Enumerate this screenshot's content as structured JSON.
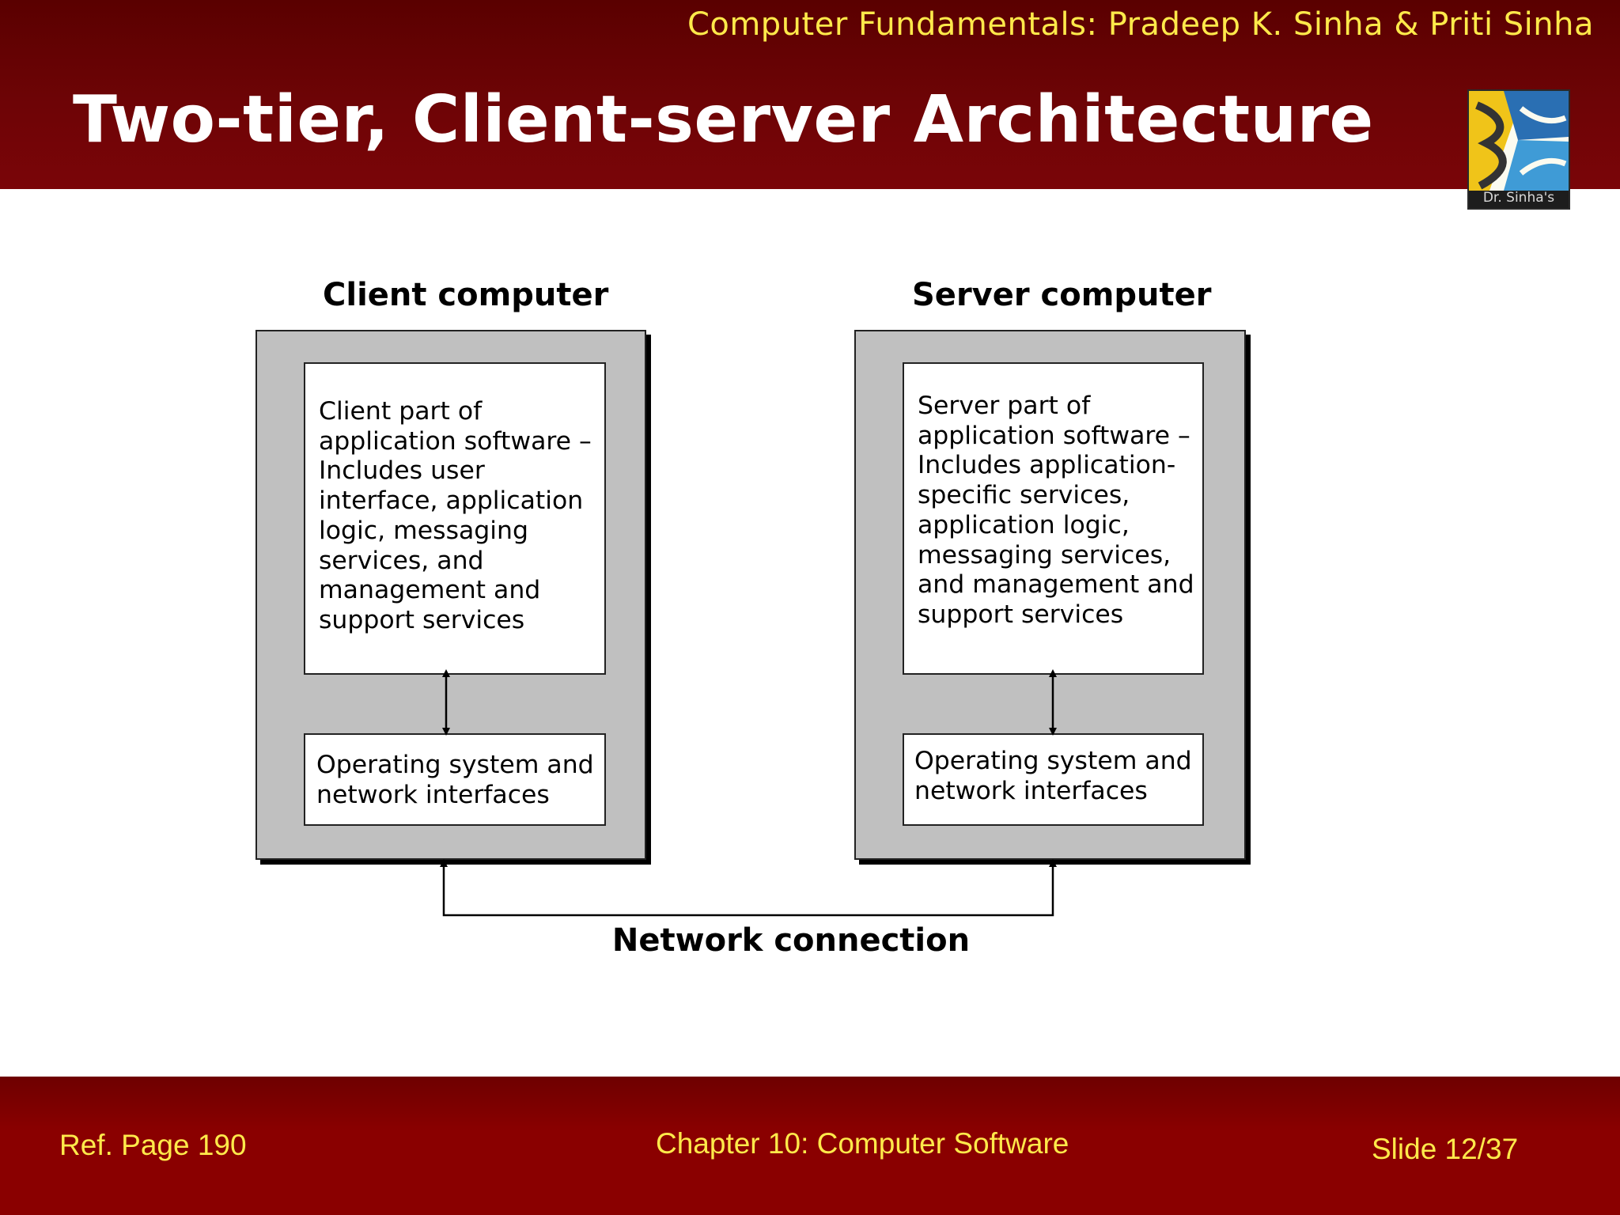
{
  "header": {
    "credit": "Computer Fundamentals: Pradeep K. Sinha & Priti Sinha",
    "title": "Two-tier, Client-server Architecture",
    "logo_text": "Dr. Sinha's"
  },
  "diagram": {
    "client": {
      "heading": "Client computer",
      "app_text": "Client part of\napplication software –\nIncludes user\ninterface, application\nlogic, messaging\nservices, and\nmanagement and\nsupport services",
      "os_text": "Operating system and\nnetwork interfaces"
    },
    "server": {
      "heading": "Server computer",
      "app_text": "Server part of\napplication software –\nIncludes application-\nspecific services,\napplication logic,\nmessaging services,\nand management and\nsupport services",
      "os_text": "Operating system and\nnetwork interfaces"
    },
    "network_label": "Network connection"
  },
  "footer": {
    "ref": "Ref. Page 190",
    "chapter": "Chapter 10: Computer Software",
    "slide": "Slide 12/37"
  },
  "colors": {
    "header_bg": "#6e0406",
    "footer_bg": "#8a0000",
    "accent_text": "#ffe94a",
    "computer_box": "#c0c0c0"
  }
}
